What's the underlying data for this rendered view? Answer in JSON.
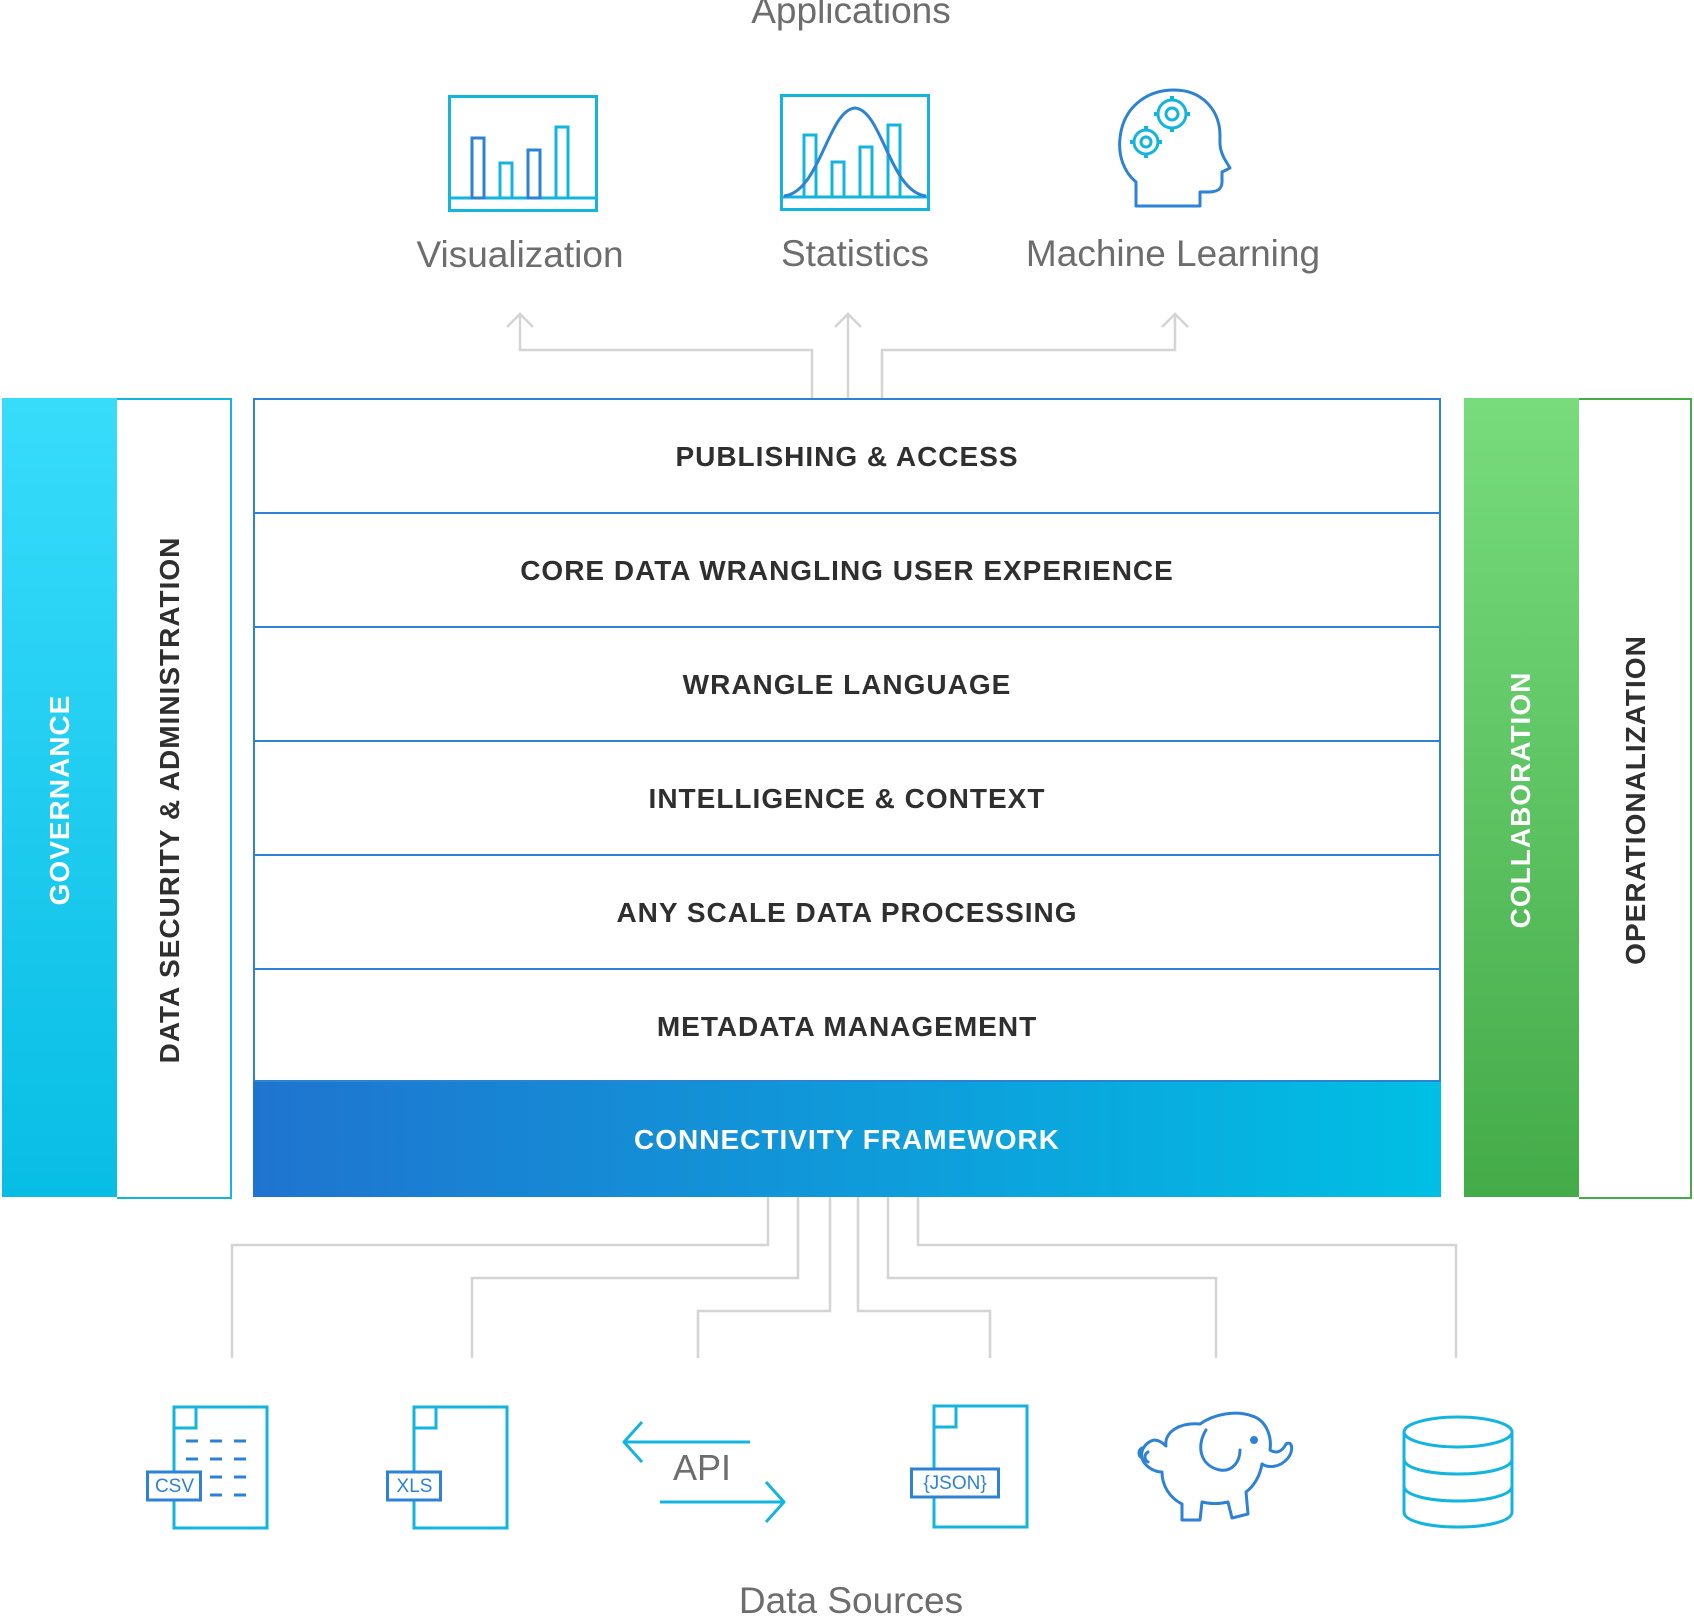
{
  "headings": {
    "applications": "Applications",
    "data_sources": "Data Sources"
  },
  "applications": [
    {
      "label": "Visualization",
      "icon": "bar-chart-icon"
    },
    {
      "label": "Statistics",
      "icon": "bell-curve-histogram-icon"
    },
    {
      "label": "Machine Learning",
      "icon": "head-gears-icon"
    }
  ],
  "stack_layers": [
    "PUBLISHING & ACCESS",
    "CORE DATA WRANGLING USER EXPERIENCE",
    "WRANGLE LANGUAGE",
    "INTELLIGENCE & CONTEXT",
    "ANY SCALE DATA PROCESSING",
    "METADATA MANAGEMENT",
    "CONNECTIVITY FRAMEWORK"
  ],
  "left_pillar": {
    "outer": "GOVERNANCE",
    "inner": "DATA SECURITY & ADMINISTRATION"
  },
  "right_pillar": {
    "outer": "COLLABORATION",
    "inner": "OPERATIONALIZATION"
  },
  "data_sources": [
    {
      "label": "CSV",
      "icon": "csv-file-icon"
    },
    {
      "label": "XLS",
      "icon": "xls-file-icon"
    },
    {
      "label": "API",
      "icon": "api-arrows-icon"
    },
    {
      "label": "{JSON}",
      "icon": "json-file-icon"
    },
    {
      "label": "",
      "icon": "hadoop-elephant-icon"
    },
    {
      "label": "",
      "icon": "database-icon"
    }
  ],
  "colors": {
    "accent_blue": "#2d82d4",
    "icon_cyan": "#13b5df",
    "governance_top": "#38dcfb",
    "governance_bottom": "#08bde4",
    "collab_top": "#78dc7c",
    "collab_bottom": "#44ab49",
    "connectivity_left": "#1f74cf",
    "connectivity_right": "#00bfe4",
    "connector_gray": "#d4d4d4",
    "text_dark": "#2f2f2f",
    "text_gray": "#6d6d6d"
  }
}
